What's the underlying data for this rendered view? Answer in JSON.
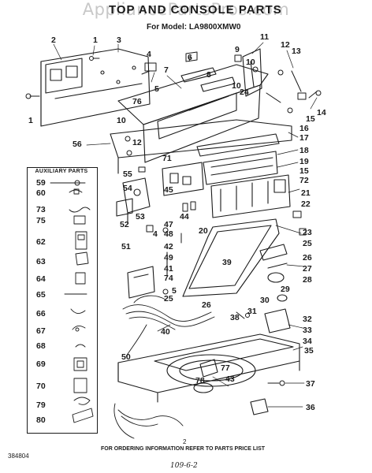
{
  "watermark": "AppliancePartsPros.com",
  "title": "TOP AND CONSOLE PARTS",
  "model": "For Model: LA9800XMW0",
  "aux_header": "AUXILIARY PARTS",
  "footer_note": "FOR ORDERING INFORMATION REFER TO PARTS PRICE LIST",
  "page_number": "2",
  "doc_number": "384804",
  "handwritten": "109-6-2",
  "callouts": {
    "c1a": "1",
    "c2": "2",
    "c3": "3",
    "c1b": "1",
    "c4a": "4",
    "c5a": "5",
    "c76": "76",
    "c6": "6",
    "c7": "7",
    "c8": "8",
    "c9": "9",
    "c10a": "10",
    "c11": "11",
    "c12a": "12",
    "c13": "13",
    "c10b": "10",
    "c24": "24",
    "c16": "16",
    "c15a": "15",
    "c14": "14",
    "c10c": "10",
    "c12b": "12",
    "c56": "56",
    "c17": "17",
    "c18": "18",
    "c71": "71",
    "c19": "19",
    "c15b": "15",
    "c55": "55",
    "c54": "54",
    "c72": "72",
    "c45": "45",
    "c21": "21",
    "c22": "22",
    "c53": "53",
    "c44": "44",
    "c52": "52",
    "c47": "47",
    "c4b": "4",
    "c48": "48",
    "c20": "20",
    "c23": "23",
    "c51": "51",
    "c42": "42",
    "c25a": "25",
    "c39": "39",
    "c49": "49",
    "c26a": "26",
    "c41": "41",
    "c27": "27",
    "c74": "74",
    "c28": "28",
    "c29": "29",
    "c5b": "5",
    "c25b": "25",
    "c30": "30",
    "c26b": "26",
    "c31": "31",
    "c32": "32",
    "c38": "38",
    "c33": "33",
    "c40": "40",
    "c34": "34",
    "c35": "35",
    "c50": "50",
    "c77": "77",
    "c78": "78",
    "c43": "43",
    "c37": "37",
    "c36": "36"
  },
  "auxiliary_parts": [
    "59",
    "60",
    "73",
    "75",
    "62",
    "63",
    "64",
    "65",
    "66",
    "67",
    "68",
    "69",
    "70",
    "79",
    "80"
  ]
}
